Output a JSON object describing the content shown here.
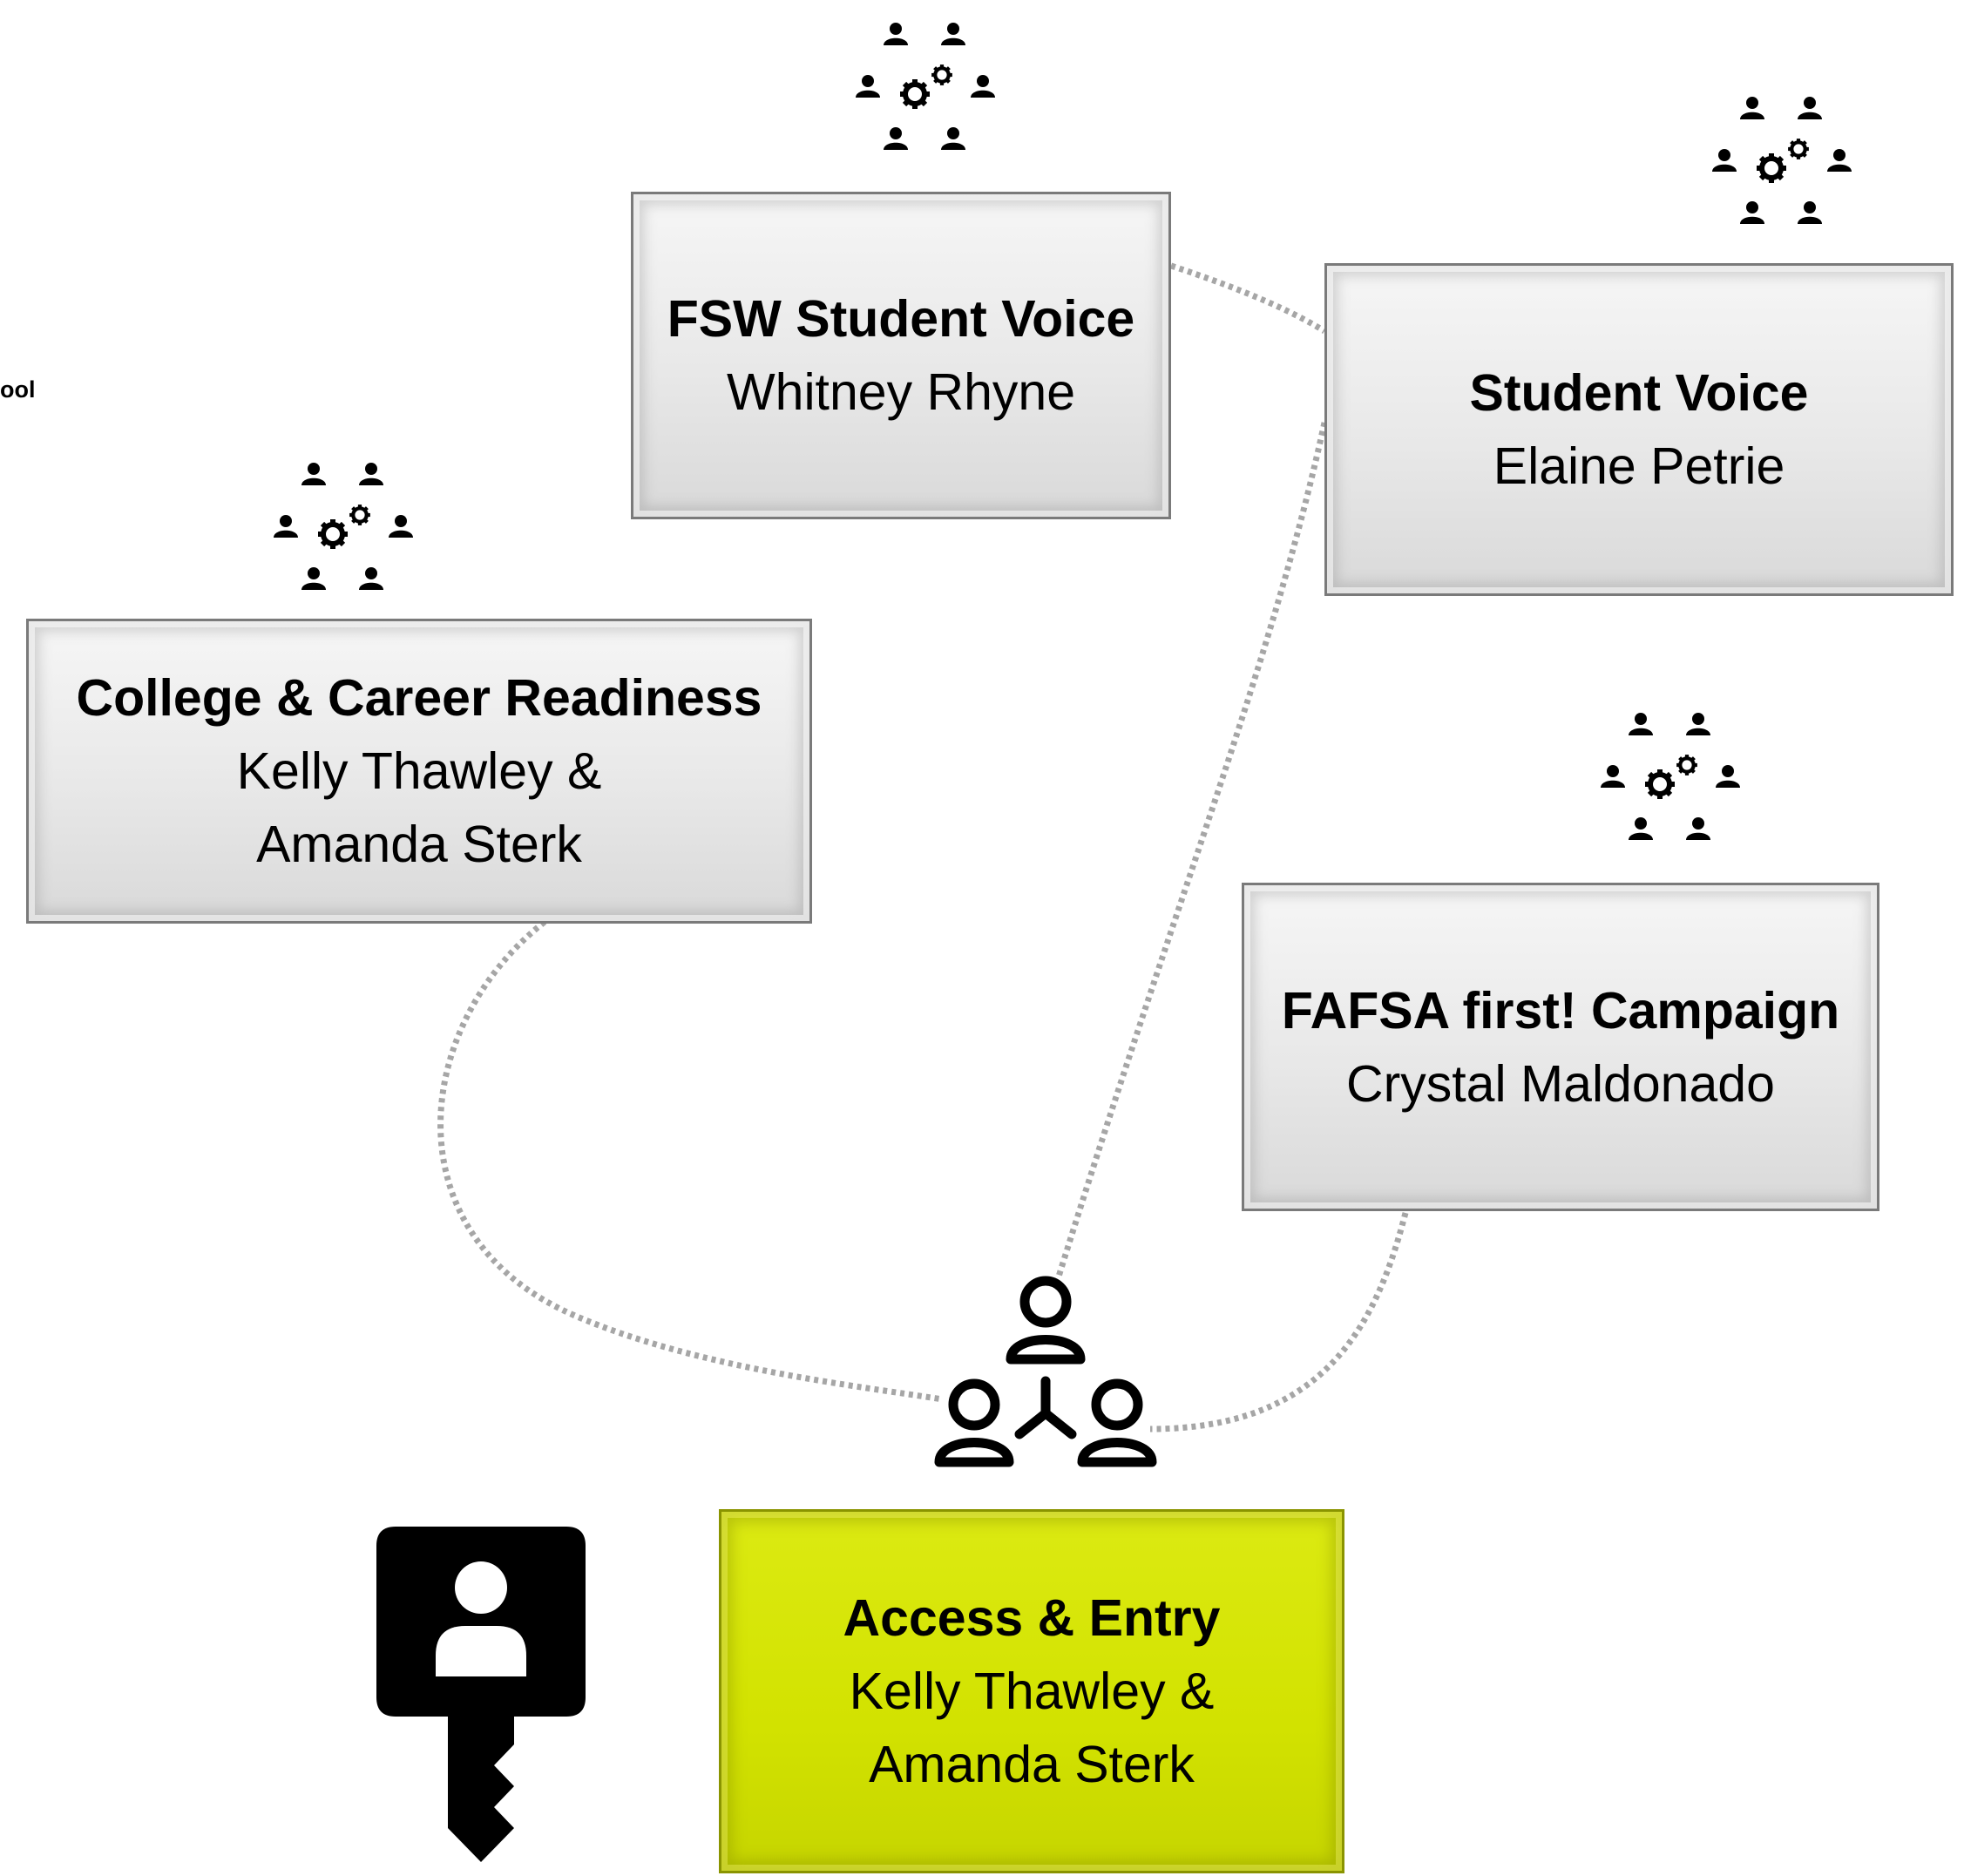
{
  "edge_fragment": "ool",
  "boxes": {
    "fsw_student_voice": {
      "title": "FSW Student Voice",
      "name": "Whitney Rhyne"
    },
    "student_voice": {
      "title": "Student Voice",
      "name": "Elaine Petrie"
    },
    "college_career": {
      "title": "College & Career Readiness",
      "name_line1": "Kelly Thawley &",
      "name_line2": "Amanda Sterk"
    },
    "fafsa": {
      "title": "FAFSA first! Campaign",
      "name": "Crystal Maldonado"
    },
    "access_entry": {
      "title": "Access & Entry",
      "name_line1": "Kelly Thawley &",
      "name_line2": "Amanda Sterk"
    }
  },
  "colors": {
    "box_gray": "#e8e8e8",
    "box_highlight": "#d2e200",
    "connector": "#a6a6a6",
    "icon": "#000000"
  },
  "icons": {
    "team": "team-gears-icon",
    "hub": "people-network-icon",
    "key": "user-key-icon"
  }
}
